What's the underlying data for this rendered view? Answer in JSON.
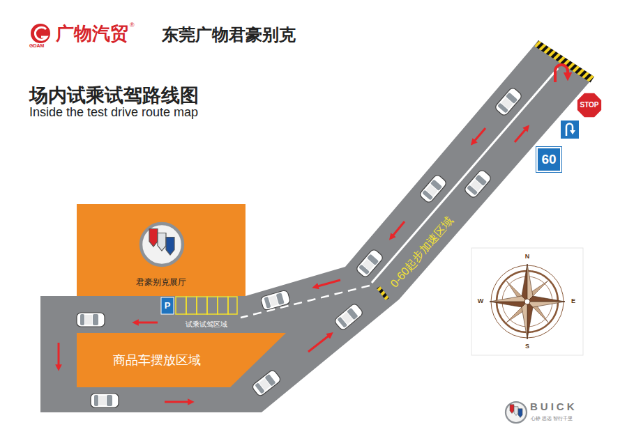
{
  "diagram": {
    "title": "场内试乘试驾路线图",
    "nodes": [
      {
        "text": [
          "君豪别克展厅"
        ]
      },
      {
        "text": [
          "商品车摆放区域"
        ]
      },
      {
        "text": [
          "试乘试驾区域"
        ]
      },
      {
        "text": [
          "STOP"
        ]
      },
      {
        "text": [
          "60"
        ]
      }
    ],
    "labels": [
      "GDAM",
      "广物汽贸",
      "®",
      "东莞广物君豪别克",
      "Inside the test drive route map",
      "P",
      "0-60起步加速区域",
      "N",
      "E",
      "S",
      "W",
      "BUICK",
      "心静 思远 智行千里"
    ]
  }
}
